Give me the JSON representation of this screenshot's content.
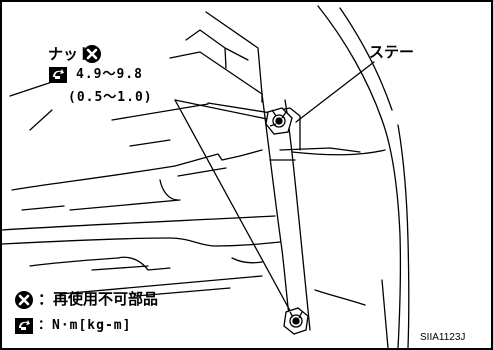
{
  "labels": {
    "nut": "ナット",
    "stay": "ステー",
    "torque_nm": "4.9～9.8",
    "torque_kgm": "(0.5～1.0)",
    "figure_code": "SIIA1123J"
  },
  "legend": {
    "non_reusable": "：再使用不可部品",
    "torque_unit": "：N·m[kg-m]"
  },
  "icons": {
    "non_reusable": "x-circle-icon",
    "torque": "torque-wrench-icon"
  },
  "colors": {
    "line": "#000000",
    "background": "#ffffff"
  }
}
